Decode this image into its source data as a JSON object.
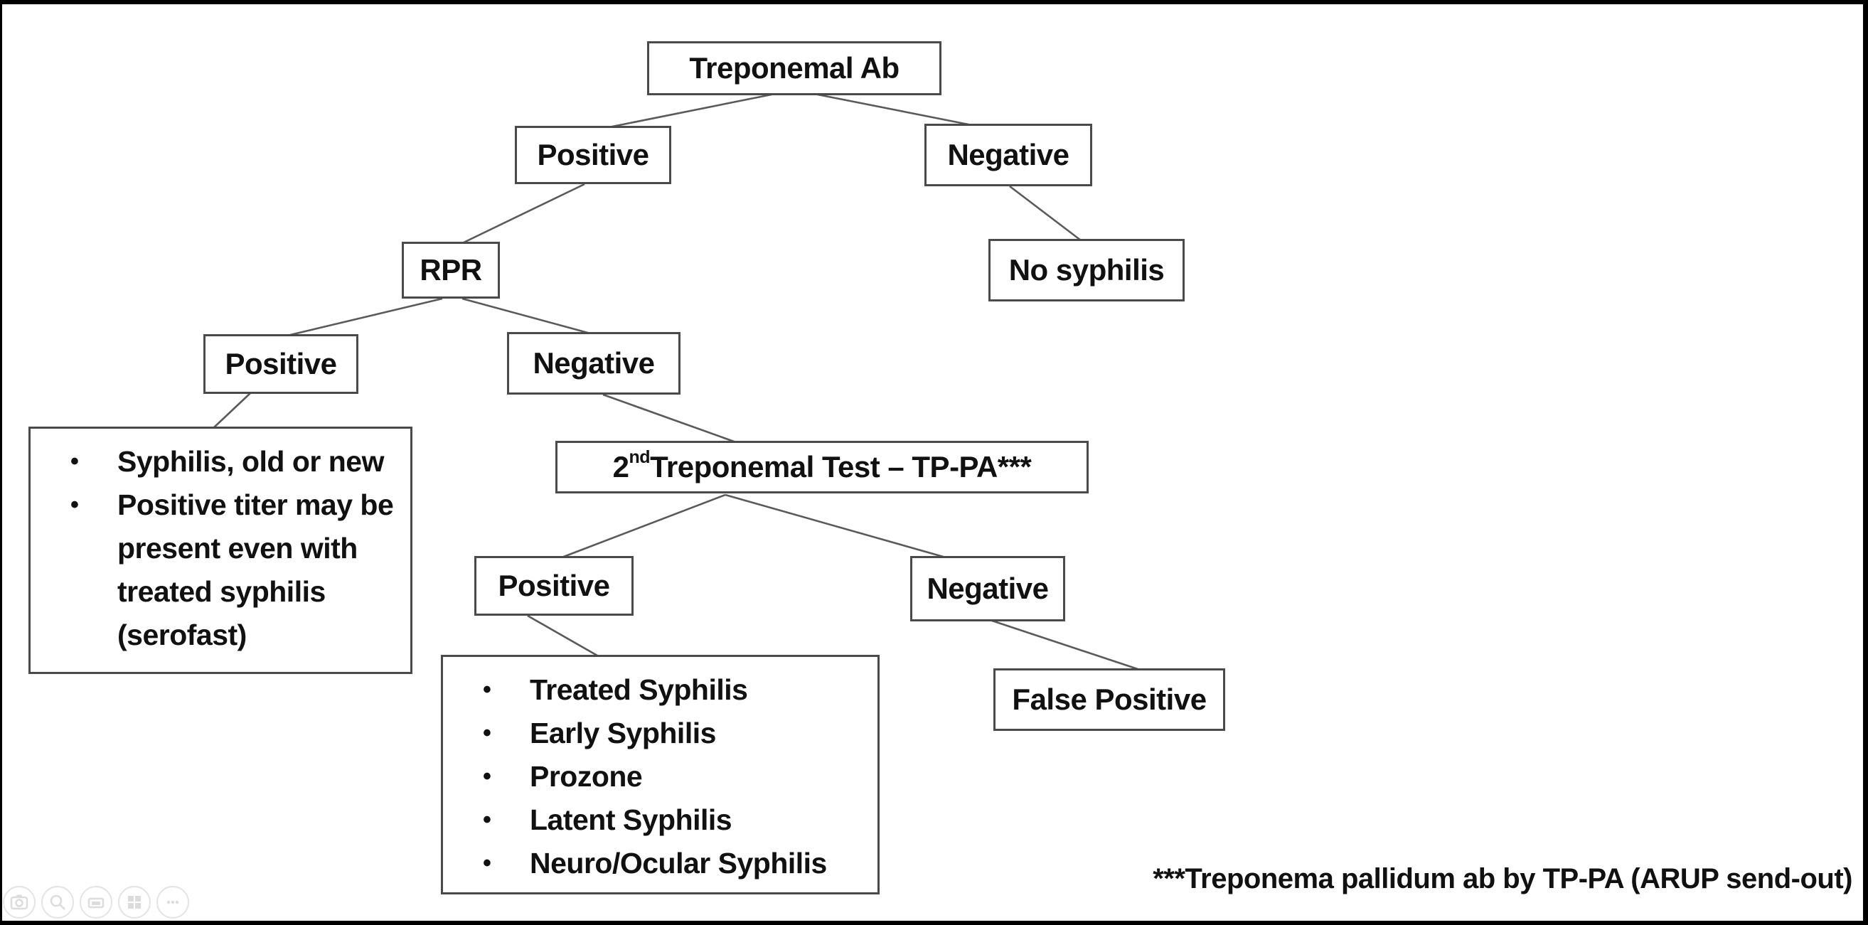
{
  "slide": {
    "footnote": "***Treponema pallidum ab by TP-PA (ARUP send-out)"
  },
  "nodes": {
    "treponemal_ab": {
      "label": "Treponemal Ab"
    },
    "trep_positive": {
      "label": "Positive"
    },
    "trep_negative": {
      "label": "Negative"
    },
    "rpr": {
      "label": "RPR"
    },
    "no_syphilis": {
      "label": "No syphilis"
    },
    "rpr_positive": {
      "label": "Positive"
    },
    "rpr_negative": {
      "label": "Negative"
    },
    "rpr_positive_notes": {
      "bullet_glyph": "•",
      "items": [
        "Syphilis, old or new",
        "Positive titer may be present even with treated syphilis (serofast)"
      ]
    },
    "second_test": {
      "label_prefix": "2",
      "label_superscript": "nd",
      "label_rest": " Treponemal Test – TP-PA***"
    },
    "tppa_positive": {
      "label": "Positive"
    },
    "tppa_negative": {
      "label": "Negative"
    },
    "tppa_positive_notes": {
      "bullet_glyph": "•",
      "items": [
        "Treated Syphilis",
        "Early Syphilis",
        "Prozone",
        "Latent Syphilis",
        "Neuro/Ocular Syphilis"
      ]
    },
    "false_positive": {
      "label": "False Positive"
    }
  },
  "toolbar": {
    "icons": [
      {
        "name": "capture-icon"
      },
      {
        "name": "search-icon"
      },
      {
        "name": "print-icon"
      },
      {
        "name": "apps-icon"
      },
      {
        "name": "more-icon"
      }
    ]
  },
  "colors": {
    "frame": "#000000",
    "canvas": "#ffffff",
    "box_border": "#4a4a4a",
    "connector": "#5a5a5a",
    "text": "#111111",
    "toolbar_icon": "#e0e0e0"
  }
}
